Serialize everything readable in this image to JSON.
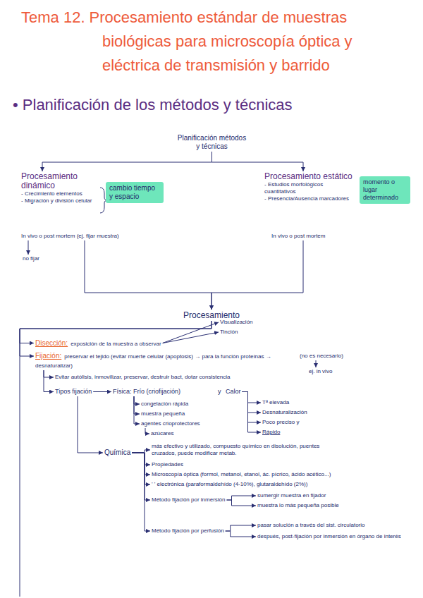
{
  "diagram": {
    "title": "Tema 12. Procesamiento estándar de muestras biológicas para microscopía óptica y eléctrica de transmisión y barrido",
    "nodes": [
      {
        "text": [
          "Planificación métodos y técnicas"
        ]
      },
      {
        "text": [
          "Procesamiento dinámico",
          "- Crecimiento elementos",
          "- Migración y división celular"
        ]
      },
      {
        "text": [
          "cambio tiempo y espacio"
        ]
      },
      {
        "text": [
          "Procesamiento estático",
          "- Estudios morfológicos cuantitativos",
          "- Presencia/Ausencia marcadores"
        ]
      },
      {
        "text": [
          "momento o lugar determinado"
        ]
      },
      {
        "text": [
          "In vivo o post mortem (ej. fijar muestra)"
        ]
      },
      {
        "text": [
          "no fijar"
        ]
      },
      {
        "text": [
          "In vivo o post mortem"
        ]
      },
      {
        "text": [
          "Procesamiento"
        ]
      },
      {
        "text": [
          "Disección:",
          "exposición de la muestra a observar"
        ]
      },
      {
        "text": [
          "Visualización"
        ]
      },
      {
        "text": [
          "Tinción"
        ]
      },
      {
        "text": [
          "Fijación:",
          "preservar el tejido (evitar muerte celular (apoptosis) → para la función proteínas → desnaturalizar)"
        ]
      },
      {
        "text": [
          "(no es necesario)"
        ]
      },
      {
        "text": [
          "ej. in vivo"
        ]
      },
      {
        "text": [
          "Evitar autólisis, inmovilizar, preservar, destruir bact, dotar consistencia"
        ]
      },
      {
        "text": [
          "Tipos fijación"
        ]
      },
      {
        "text": [
          "Física: Frío (criofijación)"
        ]
      },
      {
        "text": [
          "congelación rápida"
        ]
      },
      {
        "text": [
          "muestra pequeña"
        ]
      },
      {
        "text": [
          "agentes crioprotectores"
        ]
      },
      {
        "text": [
          "azúcares"
        ]
      },
      {
        "text": [
          "Calor"
        ]
      },
      {
        "text": [
          "Tª elevada"
        ]
      },
      {
        "text": [
          "Desnaturalización"
        ]
      },
      {
        "text": [
          "Poco preciso y"
        ]
      },
      {
        "text": [
          "Rápido"
        ]
      },
      {
        "text": [
          "Química"
        ]
      },
      {
        "text": [
          "más efectivo y utilizado, compuesto químico en disolución, puentes cruzados, puede modificar metab."
        ]
      },
      {
        "text": [
          "Propiedades"
        ]
      },
      {
        "text": [
          "Microscopía óptica (formol, metanol, etanol, ác. pícrico, ácido acético...)"
        ]
      },
      {
        "text": [
          "' ' electrónica (paraformaldehído (4-10%), glutaraldehído (2%))"
        ]
      },
      {
        "text": [
          "Método fijación por inmersión"
        ]
      },
      {
        "text": [
          "sumergir muestra en fijador"
        ]
      },
      {
        "text": [
          "muestra lo más pequeña posible"
        ]
      },
      {
        "text": [
          "Método fijación por perfusión"
        ]
      },
      {
        "text": [
          "pasar solución a través del sist. circulatorio"
        ]
      },
      {
        "text": [
          "después, post-fijación por inmersión en órgano de interés"
        ]
      }
    ],
    "edges": [
      {
        "from": 0,
        "to": 1,
        "arrow": "to"
      },
      {
        "from": 0,
        "to": 3,
        "arrow": "to"
      },
      {
        "from": 5,
        "to": 6,
        "arrow": "to"
      },
      {
        "from": 5,
        "to": 8,
        "arrow": "to"
      },
      {
        "from": 7,
        "to": 8,
        "arrow": "to"
      },
      {
        "from": 8,
        "to": 9,
        "arrow": "to"
      },
      {
        "from": 8,
        "to": 12,
        "arrow": "to"
      },
      {
        "from": 9,
        "to": 10,
        "arrow": "to"
      },
      {
        "from": 9,
        "to": 11,
        "arrow": "to"
      },
      {
        "from": 13,
        "to": 14,
        "arrow": "to"
      },
      {
        "from": 12,
        "to": 15,
        "arrow": "to"
      },
      {
        "from": 12,
        "to": 16,
        "arrow": "to"
      },
      {
        "from": 16,
        "to": 17,
        "arrow": "to"
      },
      {
        "from": 17,
        "to": 18,
        "arrow": "to"
      },
      {
        "from": 17,
        "to": 19,
        "arrow": "to"
      },
      {
        "from": 17,
        "to": 20,
        "arrow": "to"
      },
      {
        "from": 20,
        "to": 21,
        "arrow": "to"
      },
      {
        "from": 22,
        "to": 23,
        "arrow": "to"
      },
      {
        "from": 22,
        "to": 24,
        "arrow": "to"
      },
      {
        "from": 22,
        "to": 25,
        "arrow": "to"
      },
      {
        "from": 22,
        "to": 26,
        "arrow": "to"
      },
      {
        "from": 16,
        "to": 27,
        "arrow": "to"
      },
      {
        "from": 27,
        "to": 28,
        "arrow": "to"
      },
      {
        "from": 27,
        "to": 29,
        "arrow": "to"
      },
      {
        "from": 27,
        "to": 30,
        "arrow": "to"
      },
      {
        "from": 27,
        "to": 31,
        "arrow": "to"
      },
      {
        "from": 27,
        "to": 32,
        "arrow": "to"
      },
      {
        "from": 27,
        "to": 35,
        "arrow": "to"
      },
      {
        "from": 32,
        "to": 33,
        "arrow": "to"
      },
      {
        "from": 32,
        "to": 34,
        "arrow": "to"
      },
      {
        "from": 35,
        "to": 36,
        "arrow": "to"
      },
      {
        "from": 35,
        "to": 37,
        "arrow": "to"
      }
    ],
    "labels": [
      "• Planificación de los métodos y técnicas",
      "y"
    ]
  }
}
